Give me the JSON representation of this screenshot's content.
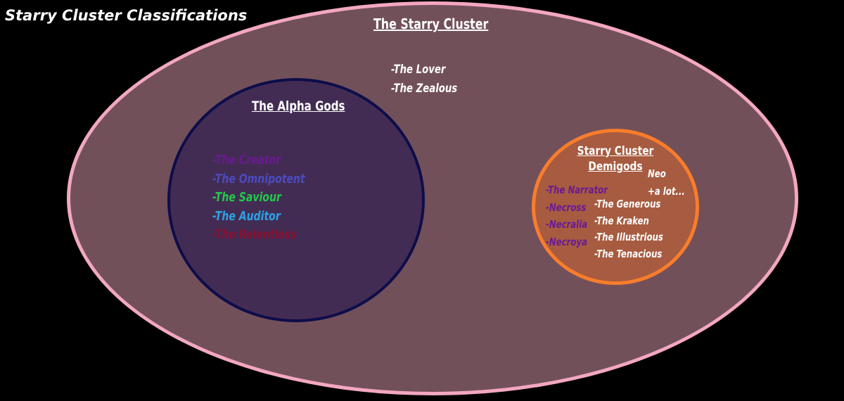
{
  "title": "Starry Cluster Classifications",
  "starry_cluster": {
    "heading": "The Starry Cluster",
    "members": [
      "-The Lover",
      "-The Zealous"
    ]
  },
  "alpha_gods": {
    "heading": "The Alpha Gods",
    "members": [
      {
        "label": "-The Creator",
        "color": "#6a1a93"
      },
      {
        "label": "-The Omnipotent",
        "color": "#4b4bbf"
      },
      {
        "label": "-The Saviour",
        "color": "#21c94a"
      },
      {
        "label": "-The Auditor",
        "color": "#2aa2e6"
      },
      {
        "label": "-The Relentless",
        "color": "#8a1030"
      }
    ]
  },
  "demigods": {
    "heading_line1": "Starry Cluster",
    "heading_line2": "Demigods",
    "left_members": [
      "-The Narrator",
      "-Necross",
      "-Necralia",
      "-Necroya"
    ],
    "right_members": [
      "-The Generous",
      "-The Kraken",
      "-The Illustrious",
      "-The Tenacious"
    ],
    "extra_members": [
      "Neo",
      "+a lot..."
    ]
  },
  "colors": {
    "background": "#000000",
    "outer_fill": "#72505a",
    "outer_border": "#f3a7c0",
    "alpha_fill": "#432c53",
    "alpha_border": "#0d0d4a",
    "demigod_fill": "#a75b40",
    "demigod_border": "#f87d2c"
  }
}
